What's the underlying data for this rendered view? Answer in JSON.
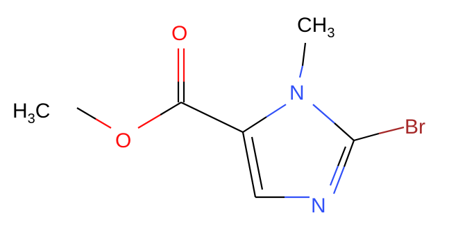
{
  "molecule": {
    "atoms": {
      "o_carbonyl": "O",
      "o_ester": "O",
      "n1": "N",
      "n3": "N",
      "br": "Br",
      "ch3_n_main": "CH",
      "ch3_n_sub": "3",
      "ch3_o_h": "H",
      "ch3_o_sub": "3",
      "ch3_o_c": "C"
    },
    "colors": {
      "carbon": "#000000",
      "oxygen": "#ff0d0d",
      "nitrogen": "#3050f8",
      "bromine": "#a62929"
    }
  }
}
